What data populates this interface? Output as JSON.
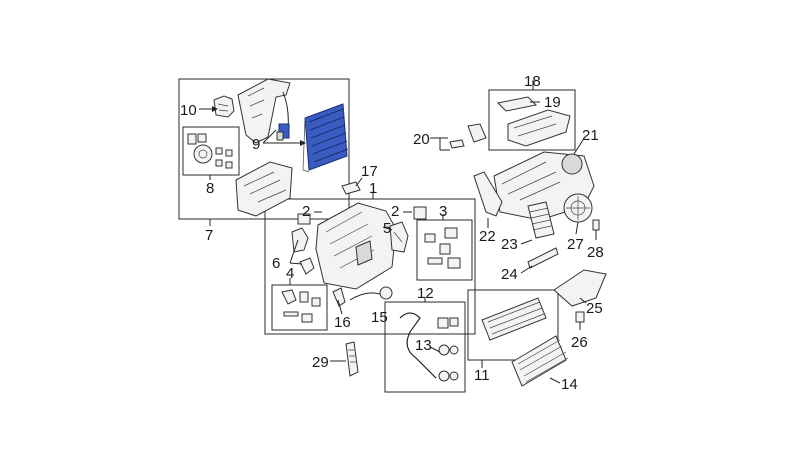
{
  "diagram": {
    "highlight_color": "#3a5bbf",
    "callouts": {
      "c1": "1",
      "c2a": "2",
      "c2b": "2",
      "c3": "3",
      "c4": "4",
      "c5": "5",
      "c6": "6",
      "c7": "7",
      "c8": "8",
      "c9": "9",
      "c10": "10",
      "c11": "11",
      "c12": "12",
      "c13": "13",
      "c14": "14",
      "c15": "15",
      "c16": "16",
      "c17": "17",
      "c18": "18",
      "c19": "19",
      "c20": "20",
      "c21": "21",
      "c22": "22",
      "c23": "23",
      "c24": "24",
      "c25": "25",
      "c26": "26",
      "c27": "27",
      "c28": "28",
      "c29": "29"
    }
  }
}
